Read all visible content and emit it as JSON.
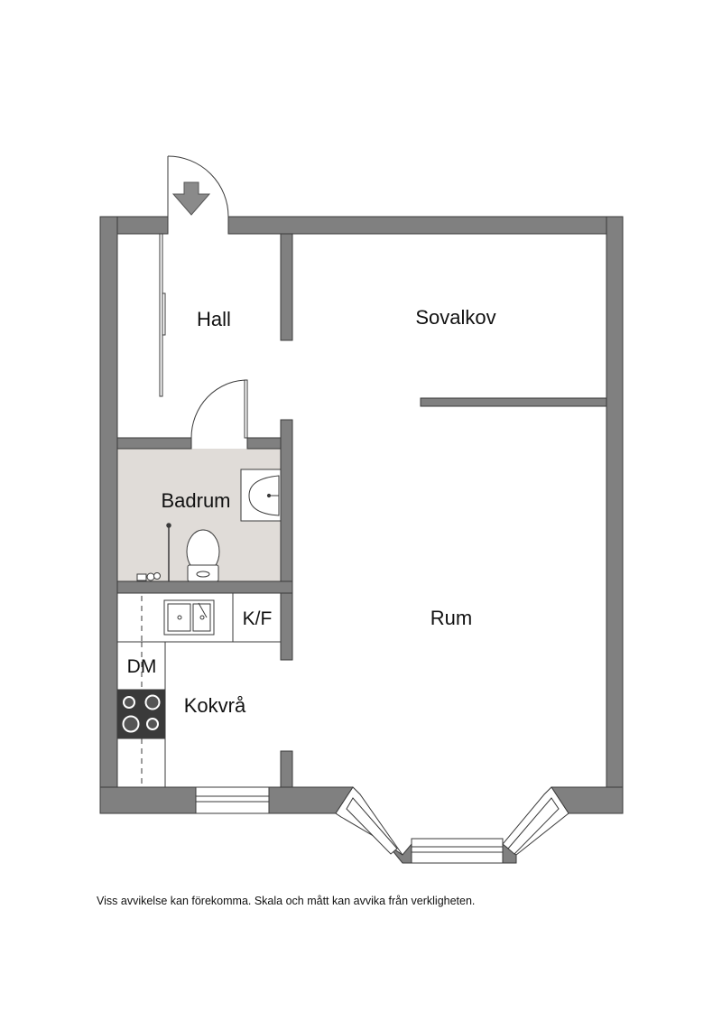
{
  "rooms": {
    "hall": "Hall",
    "sovalkov": "Sovalkov",
    "badrum": "Badrum",
    "kf": "K/F",
    "rum": "Rum",
    "dm": "DM",
    "kokvra": "Kokvrå"
  },
  "disclaimer": "Viss avvikelse kan förekomma. Skala och mått kan avvika från verkligheten.",
  "colors": {
    "wall": "#808080",
    "wall_stroke": "#3a3a3a",
    "bathroom_floor": "#e0dcd8",
    "stove": "#3a3a3a",
    "entrance_arrow": "#8a8a8a"
  }
}
